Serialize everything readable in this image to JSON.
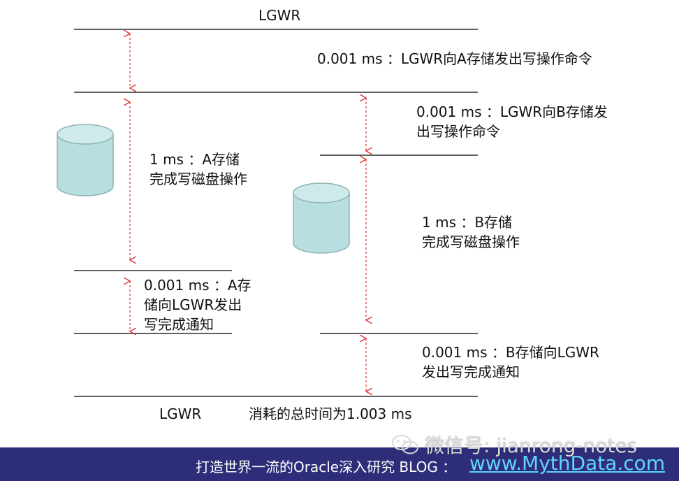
{
  "diagram": {
    "top_label": "LGWR",
    "bottom_label": "LGWR",
    "total_label": "消耗的总时间为1.003 ms",
    "steps": {
      "a_send": "0.001 ms ：LGWR向A存储发出写操作命令",
      "b_send_1": "0.001 ms ：LGWR向B存储发",
      "b_send_2": "出写操作命令",
      "a_write_1": "1 ms ：A存储",
      "a_write_2": "完成写磁盘操作",
      "b_write_1": "1 ms ：B存储",
      "b_write_2": "完成写磁盘操作",
      "a_notify_1": "0.001 ms ：A存",
      "a_notify_2": "储向LGWR发出",
      "a_notify_3": "写完成通知",
      "b_notify_1": "0.001 ms ：B存储向LGWR",
      "b_notify_2": "发出写完成通知"
    },
    "colors": {
      "line": "#000000",
      "arrow": "#e03030",
      "cylinder_fill": "#b8dfe0",
      "cylinder_stroke": "#8fb2b4"
    }
  },
  "footer": {
    "text": "打造世界一流的Oracle深入研究 BLOG ：",
    "url": "www.MythData.com",
    "background": "#2e2d7a",
    "url_color": "#5fd4ff"
  },
  "watermark": {
    "icon": "wechat-icon",
    "text": "微信号: jianrong-notes"
  }
}
